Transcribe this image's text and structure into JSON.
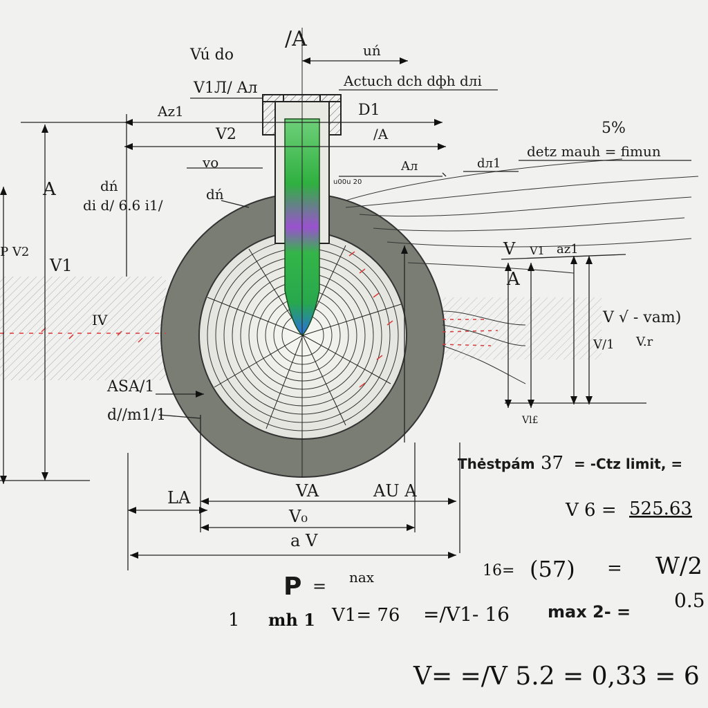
{
  "labels": {
    "top_A": "/A",
    "vu_do": "Vú do",
    "un": "uń",
    "v1a_an": "V1Л/ Aл",
    "actuch": "Actuch dch dфh dлi",
    "az1": "Az1",
    "d1": "D1",
    "v2": "V2",
    "ia": "/A",
    "five_pct": "5%",
    "vo": "vo",
    "am": "Aл",
    "di1": "dл1",
    "detz": "detz mauh = fimun",
    "big_A": "A",
    "dn_top": "dń",
    "dn_mid": "dń",
    "di_d": "di d/ 6.6 i1/",
    "small_note": "u00u 20",
    "pv2": "P V2",
    "v1_left": "V1",
    "iv": "IV",
    "right_V": "V",
    "v1_right": "V1",
    "az1_right": "az1",
    "right_A": "A",
    "v_vam": "V √ - vam)",
    "vi_right": "V/1",
    "vr_right": "V.r",
    "vl_bottom": "Vl£",
    "asa": "ASA/1",
    "dml": "d//m1/1",
    "la": "LA",
    "va": "VA",
    "aua": "AU A",
    "vo_small": "V₀",
    "av": "a V"
  },
  "equations": {
    "line1_prefix": "Thėstpám",
    "line1_value": "37",
    "line1_suffix": "= -Ctz limit, =",
    "line2_left": "V 6 =",
    "line2_value": "525.63",
    "p_symbol": "P",
    "p_eq": "=",
    "p_max": "nax",
    "line3_left": "16=",
    "line3_paren": "(57)",
    "line3_eq": "=",
    "line3_right": "W/2",
    "line4_a": "1",
    "line4_b": "mh 1",
    "line4_c": "V1= 76",
    "line4_d": "=/V1- 16",
    "line4_e": "max 2- =",
    "line4_f": "0.5",
    "line5": "V= =/V 5.2 = 0,33 = 6 ="
  },
  "colors": {
    "grey_ring": "#777a72",
    "ink": "#1a1a1a",
    "red_marks": "#d73a3a",
    "green": "#23a83a",
    "purple": "#8a47c6",
    "blue": "#2a7fe0"
  }
}
